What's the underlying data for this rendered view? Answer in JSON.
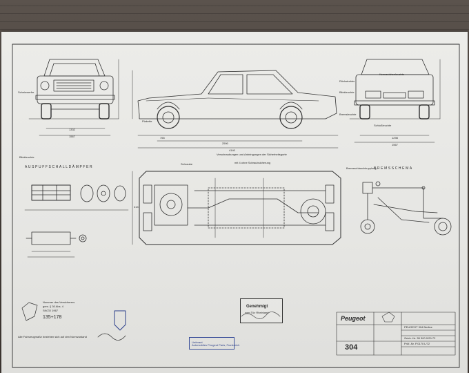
{
  "photo": {
    "subject": "Peugeot 304 blueprint poster",
    "colors": {
      "wood": "#4a423d",
      "paper": "#e8e8e5",
      "ink": "#2a2a2a",
      "stamp_blue": "#2b3f8a"
    }
  },
  "section_headers": {
    "exhaust": "AUSPUFFSCHALLDÄMPFER",
    "brakes": "BREMSSCHEMA"
  },
  "front_view": {
    "label_top_left": "Scheinwerfer",
    "dims_bottom": [
      "1332",
      "1567"
    ],
    "label_bottom": "Blinkleuchte"
  },
  "side_view": {
    "dims_bottom": [
      "755",
      "2590",
      "4140"
    ],
    "label_left": "Plakette",
    "label_mid": "Verschraubungen und Anbringungen der Sicherheitsgurte"
  },
  "rear_view": {
    "labels": [
      "Rückstrahler",
      "Kennzeichenleuchte",
      "Blinkleuchte",
      "Bremsleuchte",
      "Schlußleuchte"
    ],
    "dims_bottom": [
      "1298",
      "1567"
    ]
  },
  "underbody": {
    "labels": [
      "Bremsschlauchkupplung",
      "Schraube",
      "mit 4 ohne Schraubsicherung"
    ],
    "dim_left": "414"
  },
  "notes": {
    "left_block": [
      "Nummer des Versicherers",
      "gem. § 30 Abs. 4",
      "StVZO 1967"
    ],
    "number": "135+178",
    "footnote": "Alle Fahrzeugmaße beziehen sich auf den Normzustand"
  },
  "stamps": {
    "genehmigt": "Genehmigt",
    "genehmigt_sub": "vom Tüv Rheinland",
    "blue_stamp": "Lieferant\nAutomobiles Peugeot Paris, Frankreich"
  },
  "title_block": {
    "brand": "Peugeot",
    "model": "304",
    "title_line": "PEUGEOT 304 Berline",
    "number_line": "Zeich.-Nr. 55 300 0/29-72",
    "sub_line": "Prüf.-Nr. P.0170 L/72"
  }
}
